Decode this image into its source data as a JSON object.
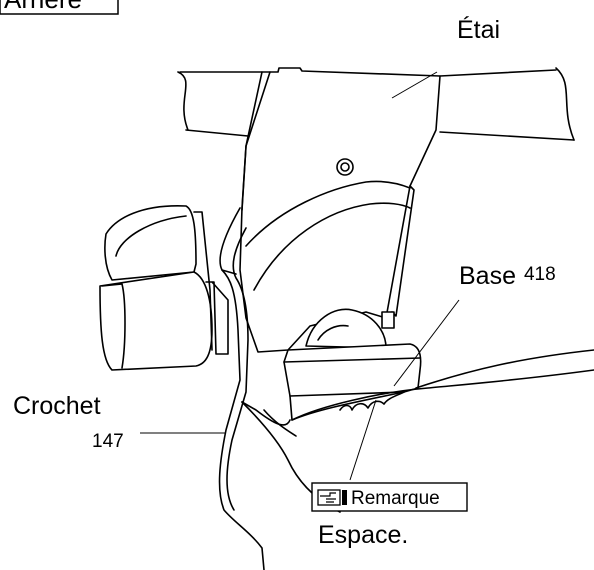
{
  "labels": {
    "rear": "Arrière",
    "stay": "Étai",
    "base": "Base",
    "base_number": "418",
    "hook": "Crochet",
    "hook_number": "147",
    "note_tag": "Remarque",
    "note_text": "Espace."
  },
  "icons": {
    "note": "pointing-hand-icon"
  }
}
